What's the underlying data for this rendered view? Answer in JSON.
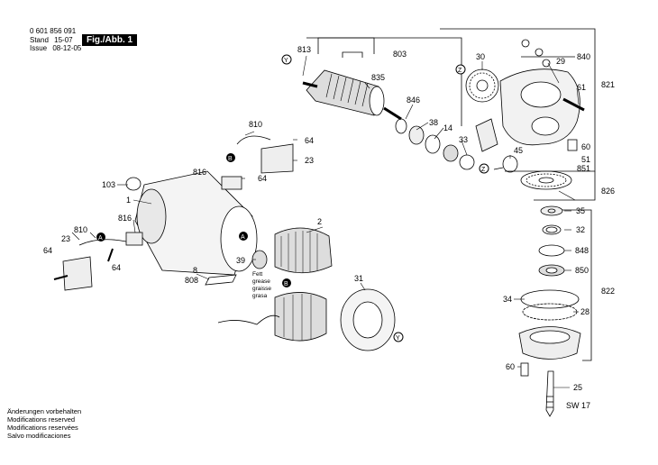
{
  "header": {
    "part_number": "0 601 856 091",
    "stand_label": "Stand",
    "stand_value": "15-07",
    "issue_label": "Issue",
    "issue_value": "08-12-05",
    "figure": "Fig./Abb. 1"
  },
  "footer": [
    "Änderungen vorbehalten",
    "Modifications reserved",
    "Modifications reservées",
    "Salvo modificaciones"
  ],
  "labels": {
    "p813": "813",
    "p803": "803",
    "p30": "30",
    "p840": "840",
    "p29": "29",
    "p821": "821",
    "p835": "835",
    "p846": "846",
    "p38": "38",
    "p14": "14",
    "p33": "33",
    "p61": "61",
    "p60a": "60",
    "p51": "51",
    "p45": "45",
    "p851": "851",
    "p826": "826",
    "p810a": "810",
    "p64a": "64",
    "p23a": "23",
    "p816a": "816",
    "p64b": "64",
    "p103": "103",
    "p1": "1",
    "p2": "2",
    "p816b": "816",
    "p810b": "810",
    "p23b": "23",
    "p64c": "64",
    "p64d": "64",
    "p39": "39",
    "p8": "8",
    "p808": "808",
    "p31": "31",
    "p35": "35",
    "p32": "32",
    "p848": "848",
    "p850": "850",
    "p822": "822",
    "p34": "34",
    "p28": "28",
    "p60b": "60",
    "p25": "25",
    "sw17": "SW 17"
  },
  "grease_note": [
    "Fett",
    "grease",
    "graisse",
    "grasa"
  ],
  "markers": {
    "y": "Y",
    "z": "Z",
    "a": "A",
    "b": "B"
  }
}
